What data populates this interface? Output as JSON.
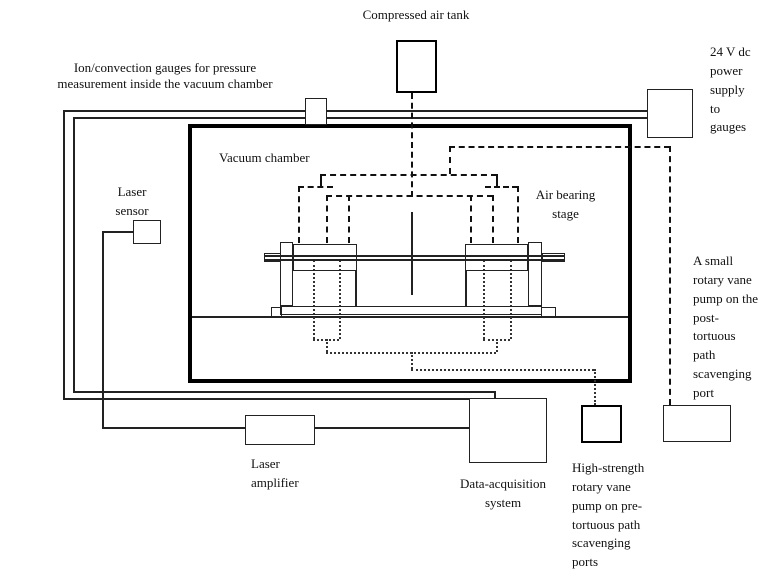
{
  "diagram": {
    "colors": {
      "line": "#111111",
      "background": "#ffffff"
    },
    "labels": {
      "ion_gauges": "Ion/convection gauges for pressure\nmeasurement inside the vacuum chamber",
      "compressed_air_tank": "Compressed air tank",
      "power_supply": "24 V dc\npower\nsupply\nto\ngauges",
      "vacuum_chamber": "Vacuum chamber",
      "air_bearing_stage": "Air bearing\nstage",
      "laser_sensor": "Laser\nsensor",
      "laser_amplifier": "Laser\namplifier",
      "data_acquisition": "Data-acquisition\nsystem",
      "high_strength_pump": "High-strength\nrotary vane\npump on pre-\ntortuous path\nscavenging\nports",
      "small_rotary_pump": "A small\nrotary vane\npump on the\npost-\ntortuous\npath\nscavenging\nport"
    }
  }
}
